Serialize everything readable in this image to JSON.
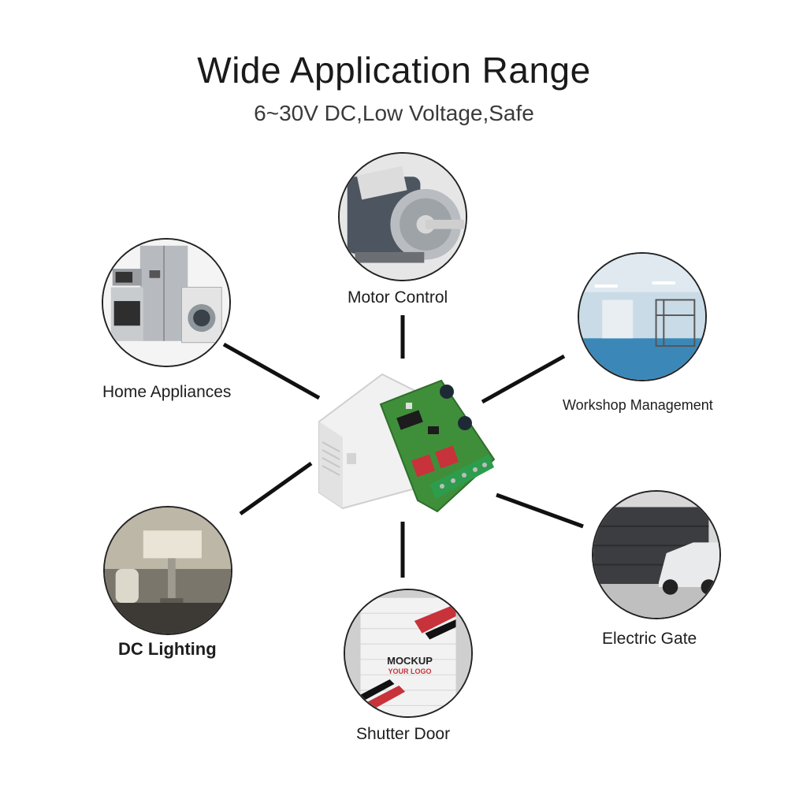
{
  "header": {
    "title": "Wide Application Range",
    "subtitle": "6~30V DC,Low Voltage,Safe"
  },
  "applications": [
    {
      "key": "motor",
      "label": "Motor Control",
      "icon": "motor-icon"
    },
    {
      "key": "home",
      "label": "Home Appliances",
      "icon": "appliances-icon"
    },
    {
      "key": "workshop",
      "label": "Workshop Management",
      "icon": "workshop-icon"
    },
    {
      "key": "light",
      "label": "DC Lighting",
      "icon": "lamp-icon"
    },
    {
      "key": "gate",
      "label": "Electric Gate",
      "icon": "gate-icon"
    },
    {
      "key": "shutter",
      "label": "Shutter Door",
      "icon": "shutter-icon"
    }
  ],
  "shutter_logo": {
    "line1": "MOCKUP",
    "line2": "YOUR LOGO"
  },
  "colors": {
    "pcb": "#3f8f3a",
    "terminal": "#2e9c4d",
    "accent_red": "#c8323a"
  }
}
